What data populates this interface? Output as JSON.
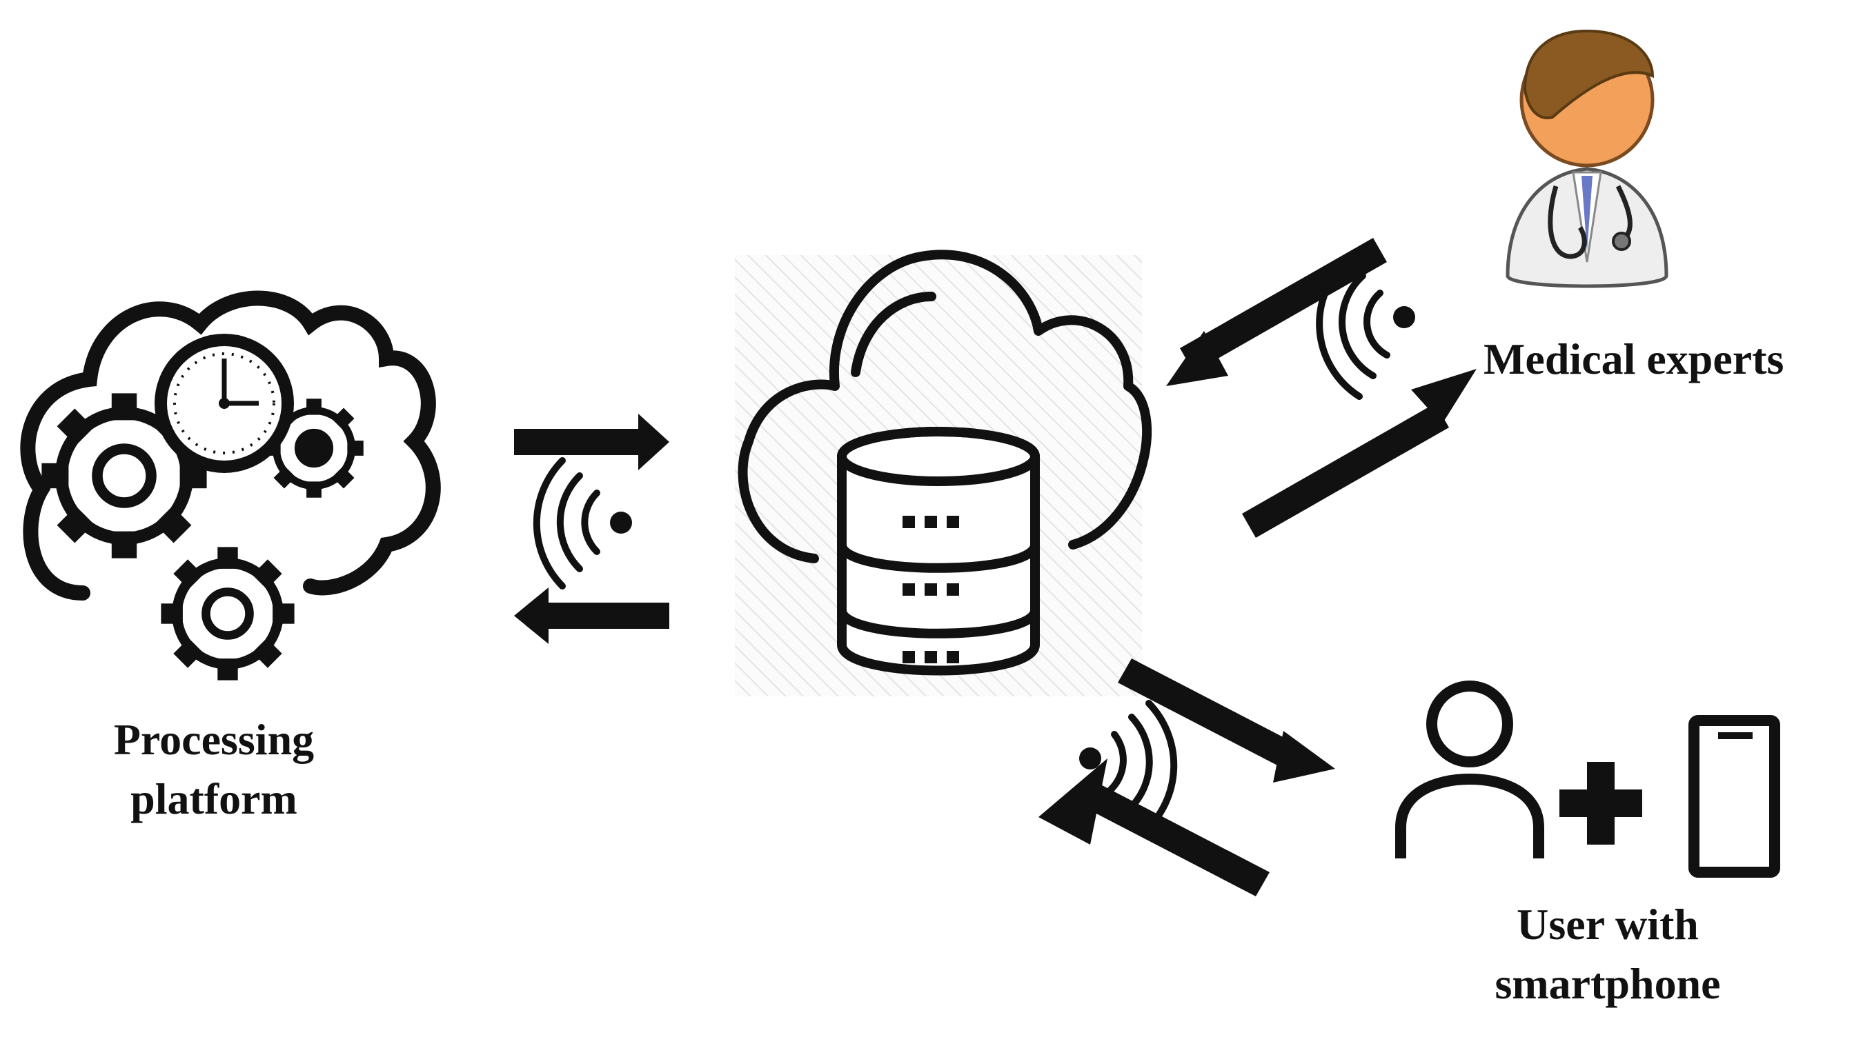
{
  "labels": {
    "processing_line1": "Processing",
    "processing_line2": "platform",
    "medical": "Medical experts",
    "user_line1": "User with",
    "user_line2": "smartphone"
  },
  "icons": {
    "processing": "cloud-gears-clock-icon",
    "cloud": "cloud-database-icon",
    "medical": "doctor-stethoscope-icon",
    "user": "user-icon",
    "plus": "plus-icon",
    "phone": "smartphone-icon",
    "wireless": "wireless-signal-icon"
  },
  "colors": {
    "ink": "#111111",
    "skin": "#f3a05a",
    "hair": "#8a5a22",
    "tie": "#6a78c8",
    "coat": "#eeeeee"
  }
}
